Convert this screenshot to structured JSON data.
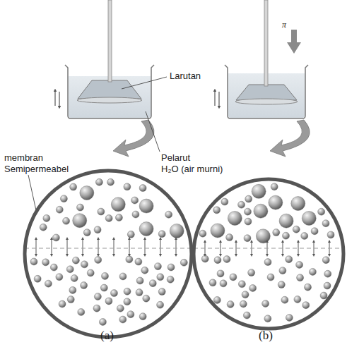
{
  "diagram": {
    "labels": [
      "Larutan",
      "Pelarut",
      "H₂O (air murni)",
      "membran",
      "Semipermeabel",
      "π",
      "(a)",
      "(b)"
    ]
  }
}
